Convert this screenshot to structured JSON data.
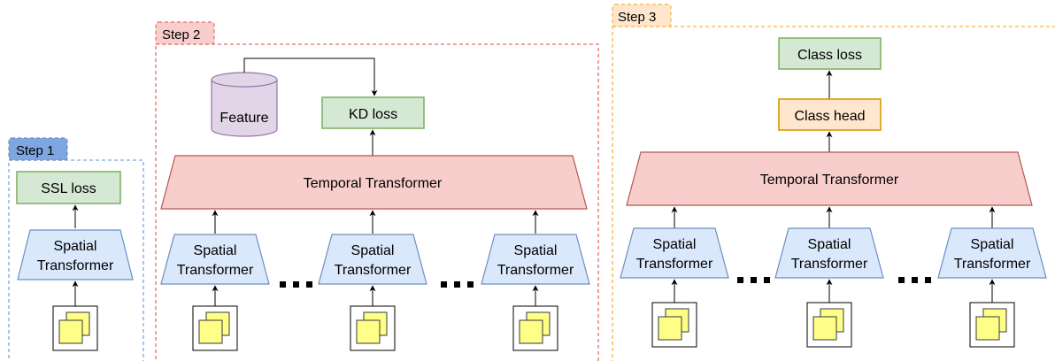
{
  "steps": [
    {
      "label": "Step 1",
      "color": "#6C8EBF",
      "tab_fill": "#7EA6E0",
      "loss": "SSL loss",
      "spatial": [
        {
          "line1": "Spatial",
          "line2": "Transformer"
        }
      ]
    },
    {
      "label": "Step 2",
      "color": "#EA6B66",
      "tab_fill": "#F8CECC",
      "loss": "KD loss",
      "feature": "Feature",
      "temporal": "Temporal Transformer",
      "spatial": [
        {
          "line1": "Spatial",
          "line2": "Transformer"
        },
        {
          "line1": "Spatial",
          "line2": "Transformer"
        },
        {
          "line1": "Spatial",
          "line2": "Transformer"
        }
      ]
    },
    {
      "label": "Step 3",
      "color": "#F5B342",
      "tab_fill": "#FFE6CC",
      "head": "Class head",
      "loss": "Class loss",
      "temporal": "Temporal Transformer",
      "spatial": [
        {
          "line1": "Spatial",
          "line2": "Transformer"
        },
        {
          "line1": "Spatial",
          "line2": "Transformer"
        },
        {
          "line1": "Spatial",
          "line2": "Transformer"
        }
      ]
    }
  ],
  "colors": {
    "loss_fill": "#D5E8D4",
    "loss_stroke": "#82B366",
    "spatial_fill": "#DAE8FC",
    "spatial_stroke": "#6C8EBF",
    "temporal_fill": "#F8CECC",
    "temporal_stroke": "#B85450",
    "feature_fill": "#E1D5E7",
    "feature_stroke": "#9673A6",
    "head_fill": "#FFE6CC",
    "head_stroke": "#D79B00",
    "frame_fill": "#FFFF88",
    "frame_stroke": "#36393D"
  },
  "icons": [
    "frames-icon",
    "arrow-up-icon",
    "ellipsis-icon",
    "database-cylinder-icon"
  ]
}
